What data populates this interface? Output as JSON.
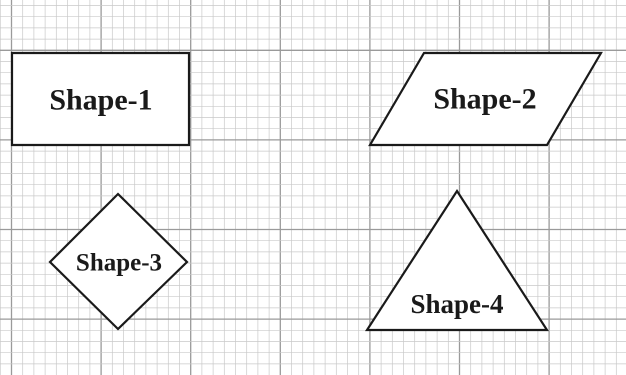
{
  "shapes": [
    {
      "id": "shape-1",
      "kind": "rectangle",
      "label": "Shape-1"
    },
    {
      "id": "shape-2",
      "kind": "parallelogram",
      "label": "Shape-2"
    },
    {
      "id": "shape-3",
      "kind": "rhombus",
      "label": "Shape-3"
    },
    {
      "id": "shape-4",
      "kind": "triangle",
      "label": "Shape-4"
    }
  ],
  "colors": {
    "background": "#ffffff",
    "grid_minor": "#c9c9c9",
    "grid_major": "#9a9a9a",
    "outline": "#1a1a1a"
  }
}
